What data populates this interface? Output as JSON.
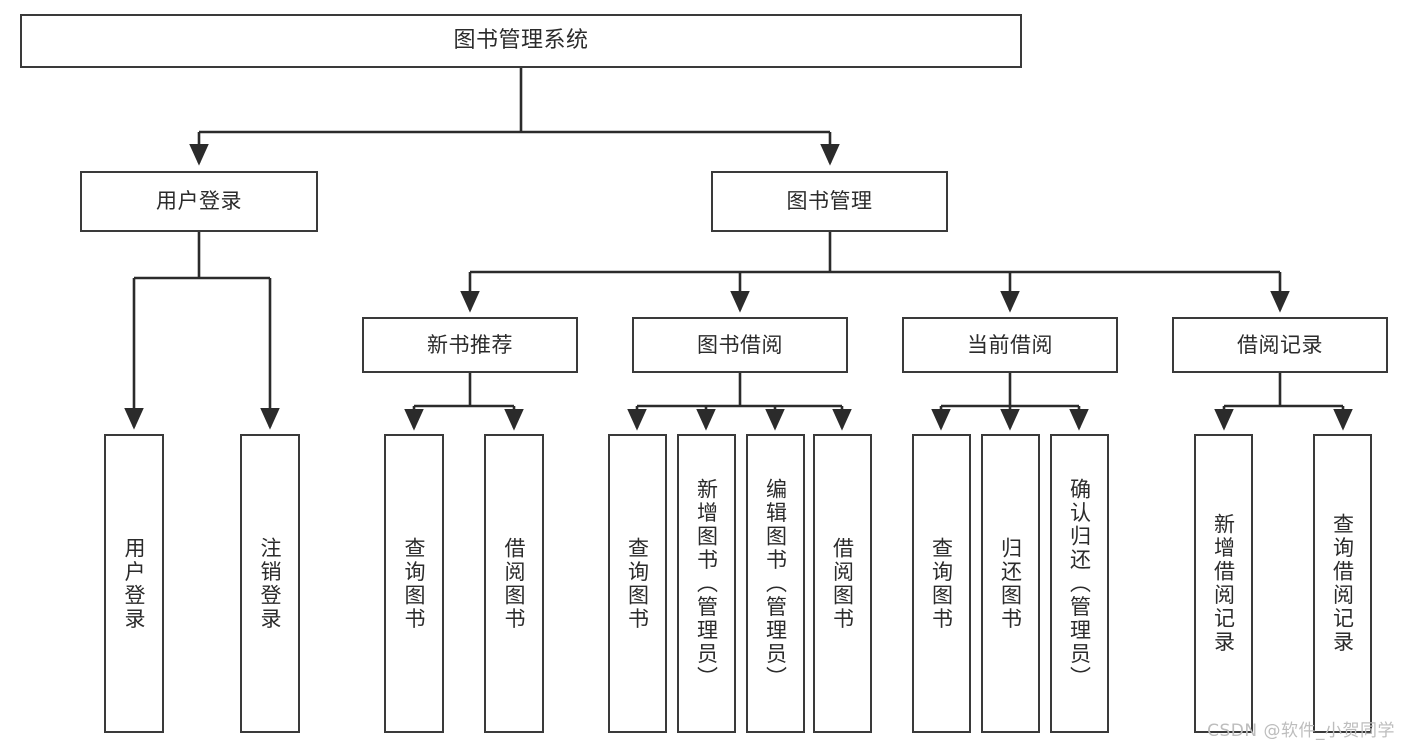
{
  "diagram": {
    "type": "tree-hierarchy",
    "title": "图书管理系统",
    "watermark": "CSDN @软件_小贺同学",
    "colors": {
      "background": "#ffffff",
      "box_border": "#3a3a3a",
      "box_fill": "#ffffff",
      "text": "#2b2b2b",
      "connector": "#2b2b2b",
      "watermark": "#bdbdbd"
    },
    "nodes": {
      "root": {
        "label": "图书管理系统"
      },
      "level1": [
        {
          "label": "用户登录"
        },
        {
          "label": "图书管理"
        }
      ],
      "level2": [
        {
          "label": "新书推荐"
        },
        {
          "label": "图书借阅"
        },
        {
          "label": "当前借阅"
        },
        {
          "label": "借阅记录"
        }
      ],
      "leaves_user_login": [
        {
          "label": "用户登录"
        },
        {
          "label": "注销登录"
        }
      ],
      "leaves_new_books": [
        {
          "label": "查询图书"
        },
        {
          "label": "借阅图书"
        }
      ],
      "leaves_borrow": [
        {
          "label": "查询图书"
        },
        {
          "label": "新增图书（管理员）"
        },
        {
          "label": "编辑图书（管理员）"
        },
        {
          "label": "借阅图书"
        }
      ],
      "leaves_current": [
        {
          "label": "查询图书"
        },
        {
          "label": "归还图书"
        },
        {
          "label": "确认归还（管理员）"
        }
      ],
      "leaves_records": [
        {
          "label": "新增借阅记录"
        },
        {
          "label": "查询借阅记录"
        }
      ]
    }
  }
}
